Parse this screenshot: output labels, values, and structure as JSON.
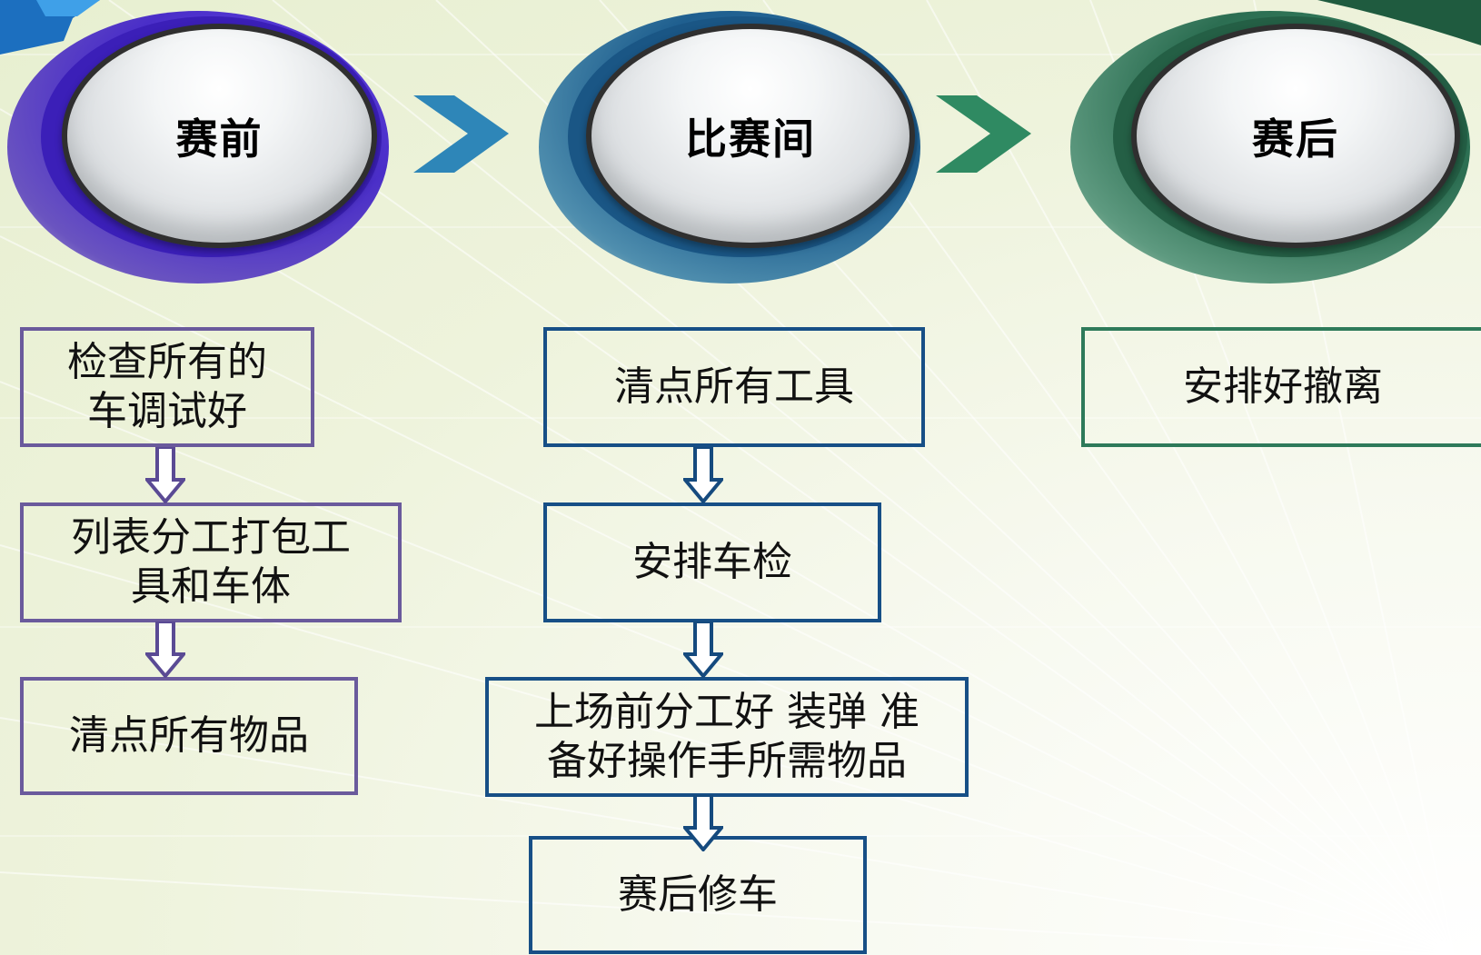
{
  "stages": [
    {
      "title": "赛前",
      "color": "#4a2ec8",
      "steps": [
        "检查所有的\n车调试好",
        "列表分工打包工\n具和车体",
        "清点所有物品"
      ]
    },
    {
      "title": "比赛间",
      "color": "#1f5f8f",
      "steps": [
        "清点所有工具",
        "安排车检",
        "上场前分工好 装弹 准\n备好操作手所需物品",
        "赛后修车"
      ]
    },
    {
      "title": "赛后",
      "color": "#2c6e52",
      "steps": [
        "安排好撤离"
      ]
    }
  ],
  "arrow_colors": [
    "#2e86b8",
    "#2f8a62"
  ]
}
